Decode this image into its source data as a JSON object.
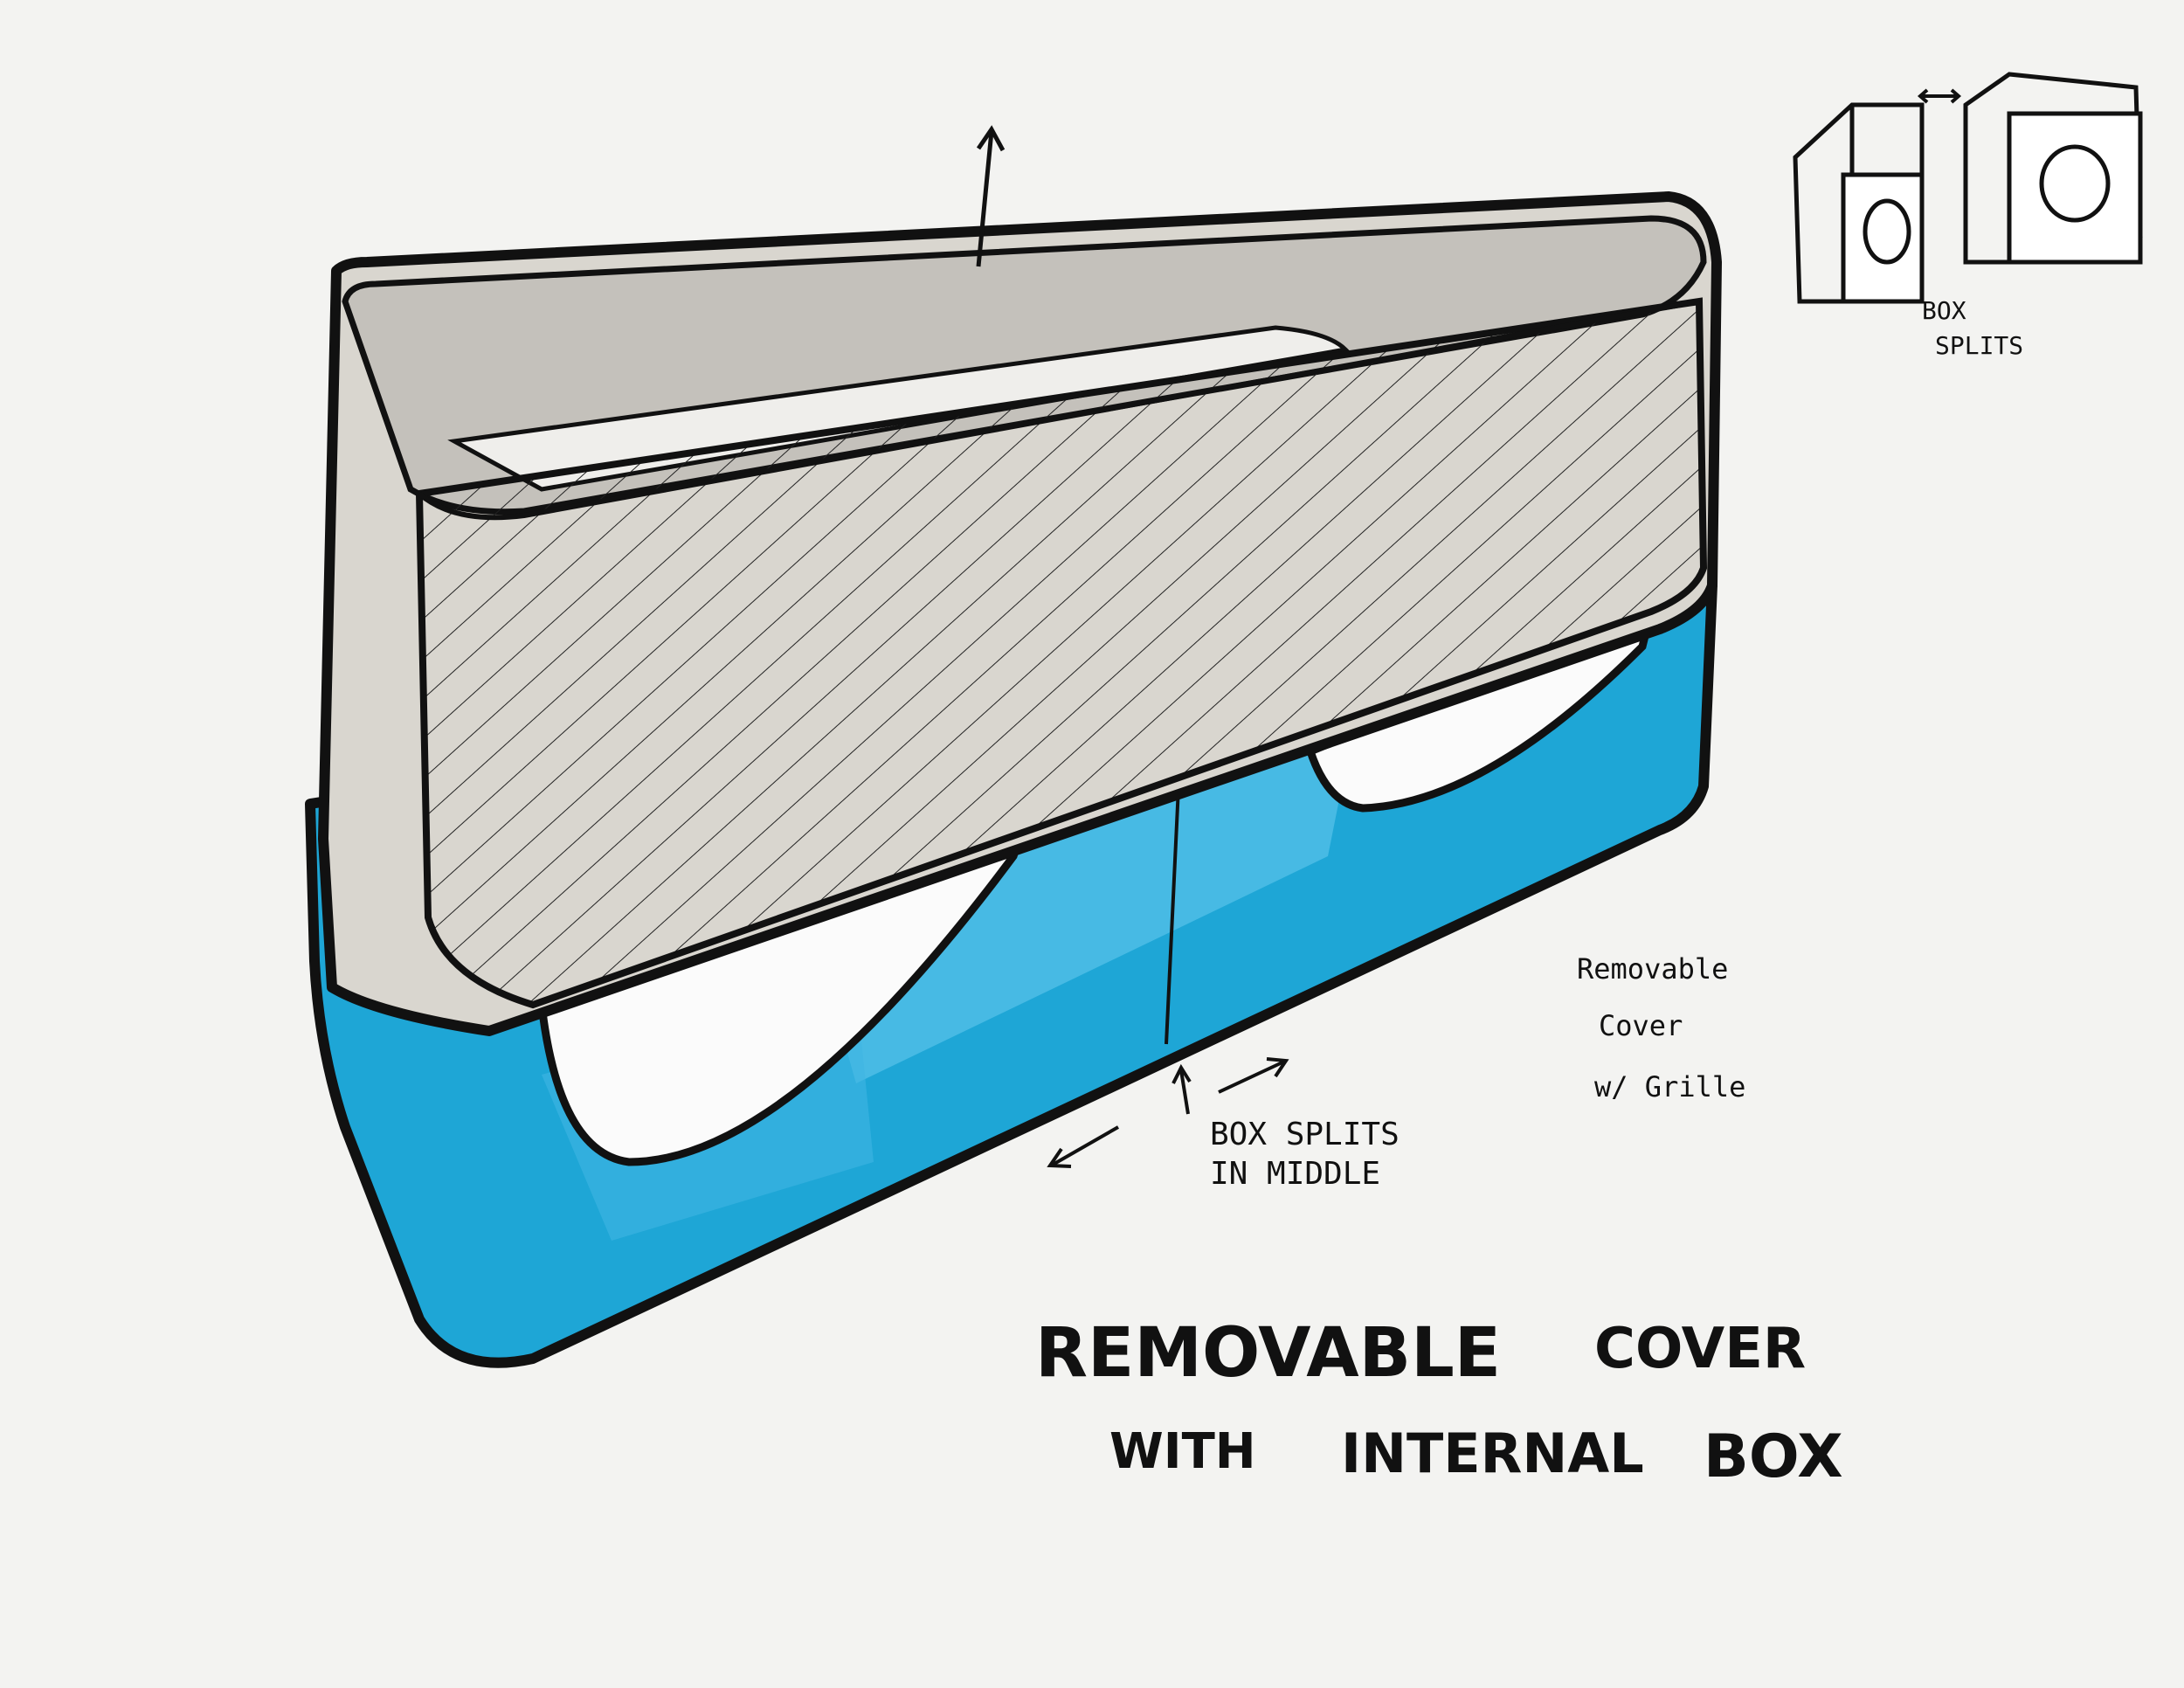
{
  "annotations": {
    "box_splits_top_line1": "BOX",
    "box_splits_top_line2": "SPLITS",
    "box_splits_middle_line1": "BOX SPLITS",
    "box_splits_middle_line2": "IN MIDDLE",
    "removable_cover_line1": "Removable",
    "removable_cover_line2": "Cover",
    "removable_cover_line3": "w/ Grille"
  },
  "title": {
    "line1_word1": "REMOVABLE",
    "line1_word2": "COVER",
    "line2_word1": "WITH",
    "line2_word2": "INTERNAL",
    "line2_word3": "BOX"
  },
  "colors": {
    "paper": "#f3f3f1",
    "ink": "#111111",
    "box_blue": "#1ea6d6",
    "box_blue_light": "#58c3ea",
    "cover_gray": "#d9d6cf",
    "cover_inner": "#c4c1bb",
    "window_white": "#fbfbfb"
  }
}
